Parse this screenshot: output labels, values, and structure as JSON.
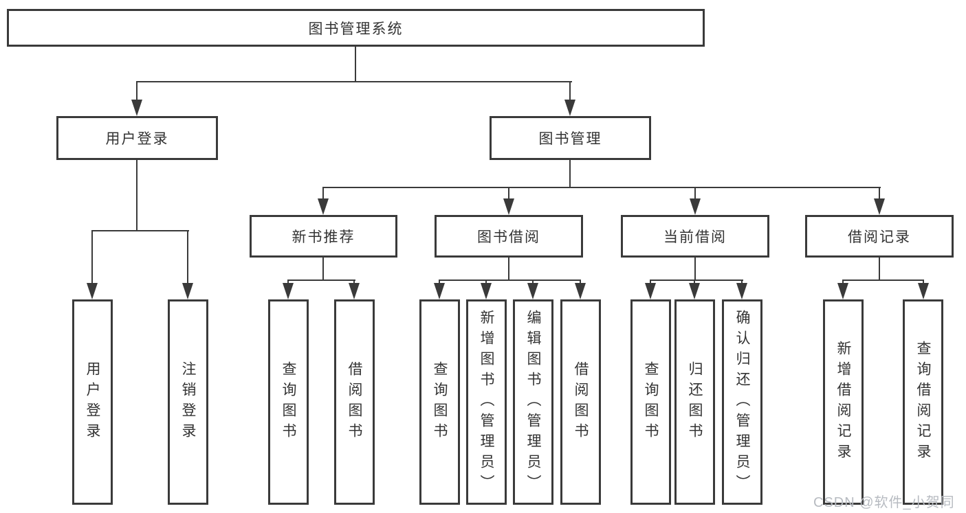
{
  "nodes": {
    "root": {
      "label": "图书管理系统"
    },
    "user_login": {
      "label": "用户登录"
    },
    "book_mgmt": {
      "label": "图书管理"
    },
    "new_book_rec": {
      "label": "新书推荐"
    },
    "book_borrow": {
      "label": "图书借阅"
    },
    "current_borrow": {
      "label": "当前借阅"
    },
    "borrow_record": {
      "label": "借阅记录"
    },
    "leaf_user_login": {
      "label": "用户登录"
    },
    "leaf_logout": {
      "label": "注销登录"
    },
    "nbr_query_book": {
      "label": "查询图书"
    },
    "nbr_borrow_book": {
      "label": "借阅图书"
    },
    "bb_query_book": {
      "label": "查询图书"
    },
    "bb_add_book": {
      "label": "新增图书（管理员）"
    },
    "bb_edit_book": {
      "label": "编辑图书（管理员）"
    },
    "bb_borrow_book": {
      "label": "借阅图书"
    },
    "cb_query_book": {
      "label": "查询图书"
    },
    "cb_return_book": {
      "label": "归还图书"
    },
    "cb_confirm_return": {
      "label": "确认归还（管理员）"
    },
    "br_add_record": {
      "label": "新增借阅记录"
    },
    "br_query_record": {
      "label": "查询借阅记录"
    }
  },
  "watermark": {
    "text": "CSDN @软件_小贺同学"
  },
  "colors": {
    "line": "#3a3a3a",
    "text": "#333333",
    "watermark": "#b7bbc1",
    "background": "#ffffff"
  }
}
